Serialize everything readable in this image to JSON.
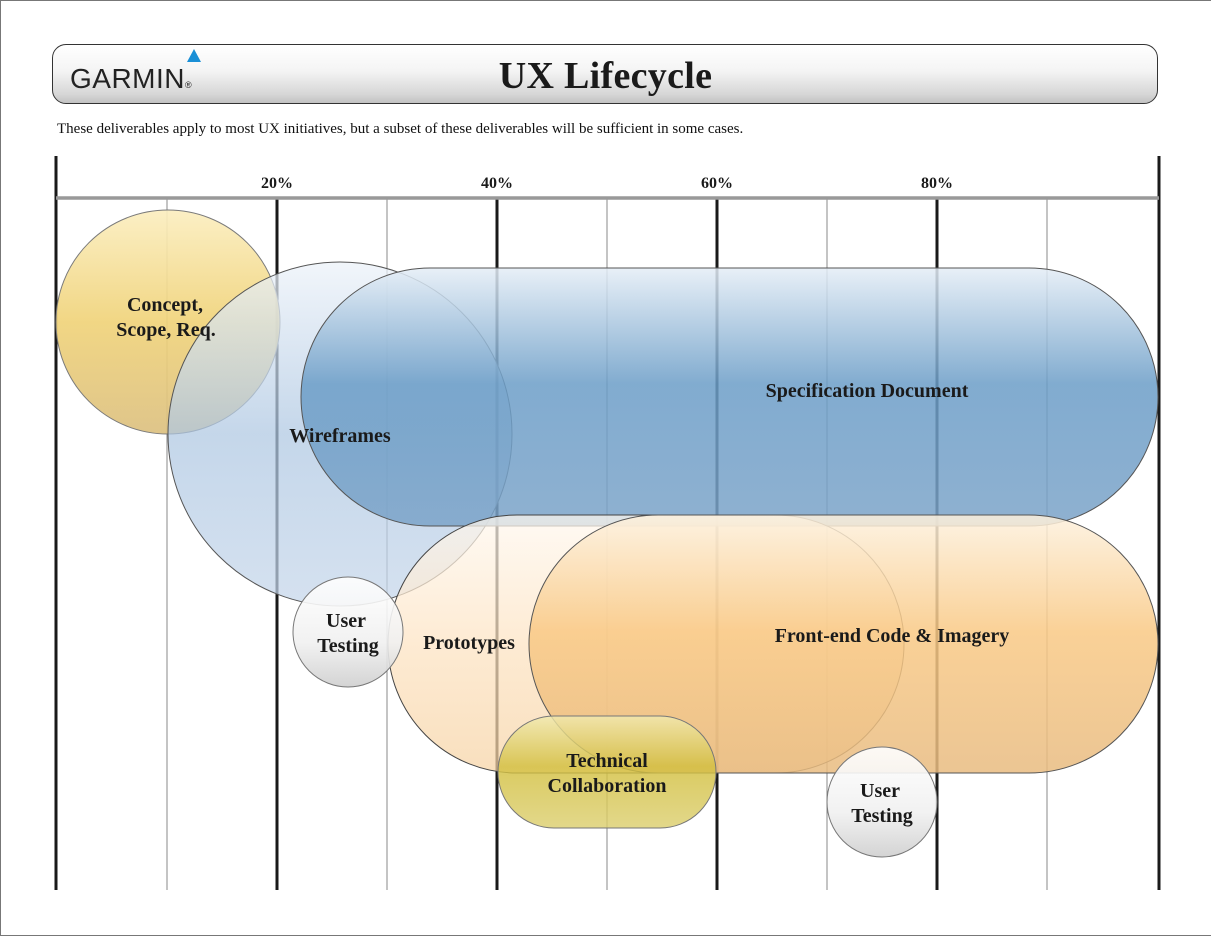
{
  "header": {
    "logo_text": "GARMIN",
    "logo_mark": "®",
    "title": "UX Lifecycle"
  },
  "subtitle": "These deliverables apply to most UX initiatives, but a subset of these deliverables will be sufficient in some cases.",
  "axis": {
    "ticks": [
      "20%",
      "40%",
      "60%",
      "80%"
    ],
    "tick_values": [
      20,
      40,
      60,
      80
    ],
    "range": [
      0,
      100
    ]
  },
  "deliverables": {
    "concept": {
      "line1": "Concept,",
      "line2": "Scope, Req."
    },
    "wireframes": {
      "label": "Wireframes"
    },
    "spec": {
      "label": "Specification Document"
    },
    "user_testing_1": {
      "line1": "User",
      "line2": "Testing"
    },
    "prototypes": {
      "label": "Prototypes"
    },
    "frontend": {
      "label": "Front-end Code & Imagery"
    },
    "tech": {
      "line1": "Technical",
      "line2": "Collaboration"
    },
    "user_testing_2": {
      "line1": "User",
      "line2": "Testing"
    }
  },
  "colors": {
    "concept": "#f0d37a",
    "wireframes": "#a9c3df",
    "spec": "#6b9dc7",
    "prototypes": "#fde3c2",
    "frontend": "#f7c27d",
    "tech": "#d6c64a",
    "user_testing": "#e2e2e2"
  }
}
